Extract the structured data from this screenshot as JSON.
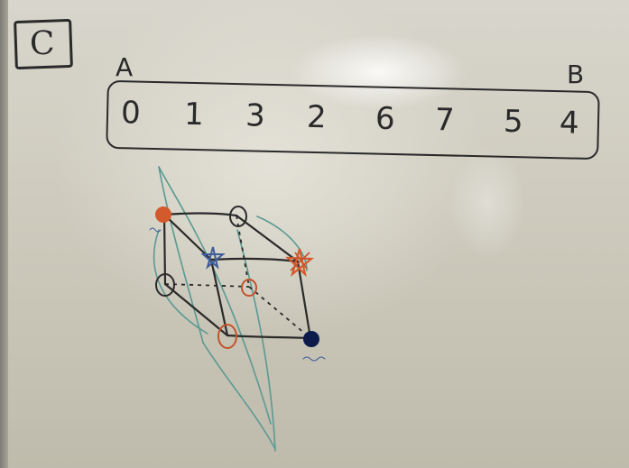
{
  "board": {
    "box_letter": "C",
    "label_a": "A",
    "label_b": "B",
    "sequence": [
      "0",
      "1",
      "3",
      "2",
      "6",
      "7",
      "5",
      "4"
    ]
  },
  "colors": {
    "marker_black": "#2a2a2a",
    "marker_red": "#c4532a",
    "marker_blue": "#3d5d9a",
    "marker_navy": "#0d1b4a",
    "marker_teal": "#5a9a93",
    "marker_orange": "#d35a2c"
  }
}
